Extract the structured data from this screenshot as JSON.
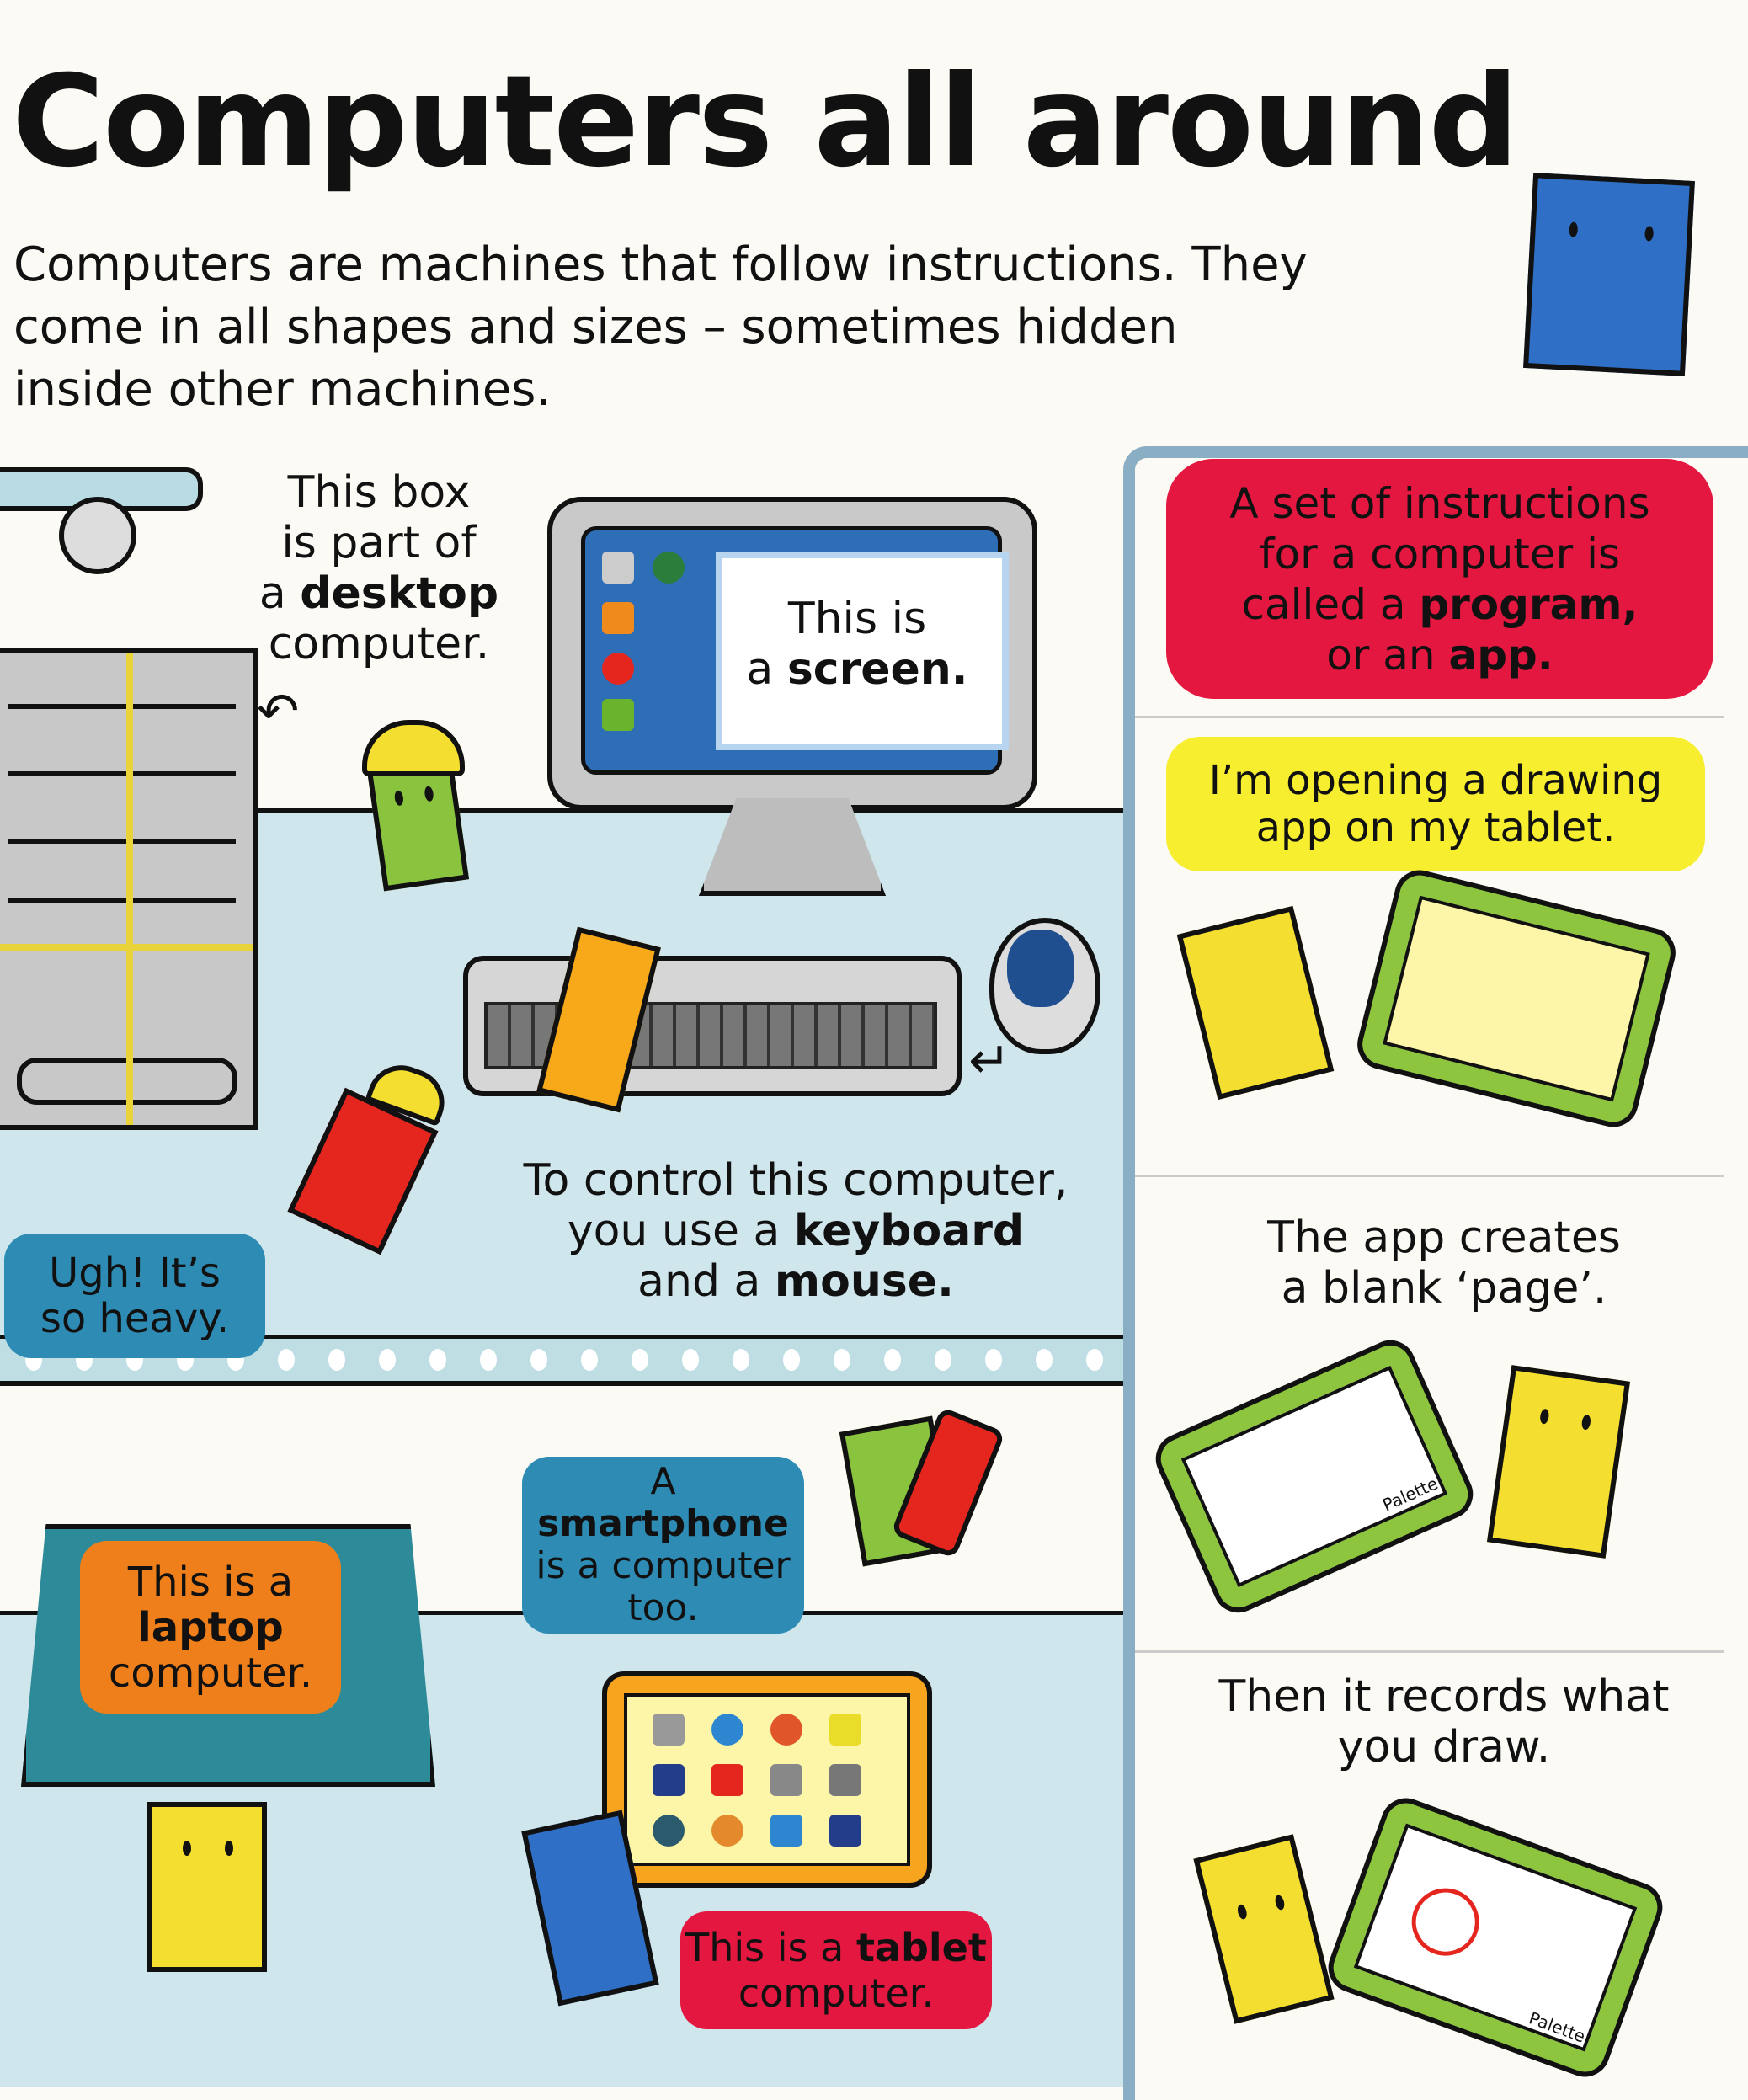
{
  "page": {
    "title": "Computers all around",
    "intro": "Computers are machines that follow instructions. They come in all shapes and sizes – sometimes hidden inside other machines."
  },
  "desktop_scene": {
    "box_caption": {
      "l1": "This box",
      "l2": "is part of",
      "l3_pre": "a ",
      "l3_bold": "desktop",
      "l4": "computer."
    },
    "screen_caption": {
      "l1": "This is",
      "l2_pre": "a ",
      "l2_bold": "screen."
    },
    "control_caption": {
      "l1": "To control this computer,",
      "l2_pre": "you use a ",
      "l2_bold": "keyboard",
      "l3_pre": "and a ",
      "l3_bold": "mouse."
    },
    "heavy_bubble": {
      "l1": "Ugh! It’s",
      "l2": "so heavy."
    }
  },
  "portable_scene": {
    "smartphone_bubble": {
      "l1": "A",
      "l2_bold": "smartphone",
      "l3": "is a computer",
      "l4": "too."
    },
    "laptop_bubble": {
      "l1": "This is a",
      "l2_bold": "laptop",
      "l3": "computer."
    },
    "tablet_bubble": {
      "l1_pre": "This is a ",
      "l1_bold": "tablet",
      "l2": "computer."
    }
  },
  "side_panel": {
    "program_bubble": {
      "l1": "A set of instructions",
      "l2": "for a computer is",
      "l3_pre": "called a ",
      "l3_bold": "program,",
      "l4_pre": "or an ",
      "l4_bold": "app."
    },
    "opening_bubble": {
      "l1": "I’m opening a drawing",
      "l2": "app on my tablet."
    },
    "blank_page_caption": {
      "l1": "The app creates",
      "l2": "a blank ‘page’."
    },
    "records_caption": {
      "l1": "Then it records what",
      "l2": "you draw."
    },
    "palette_label": "Palette"
  },
  "colors": {
    "red_bubble": "#e3173f",
    "yellow_bubble": "#f6ee2e",
    "blue_bubble": "#2d8bb4",
    "orange_bubble": "#ef7f1a",
    "floor": "#cfe6ec",
    "panel_border": "#8aaec4"
  }
}
